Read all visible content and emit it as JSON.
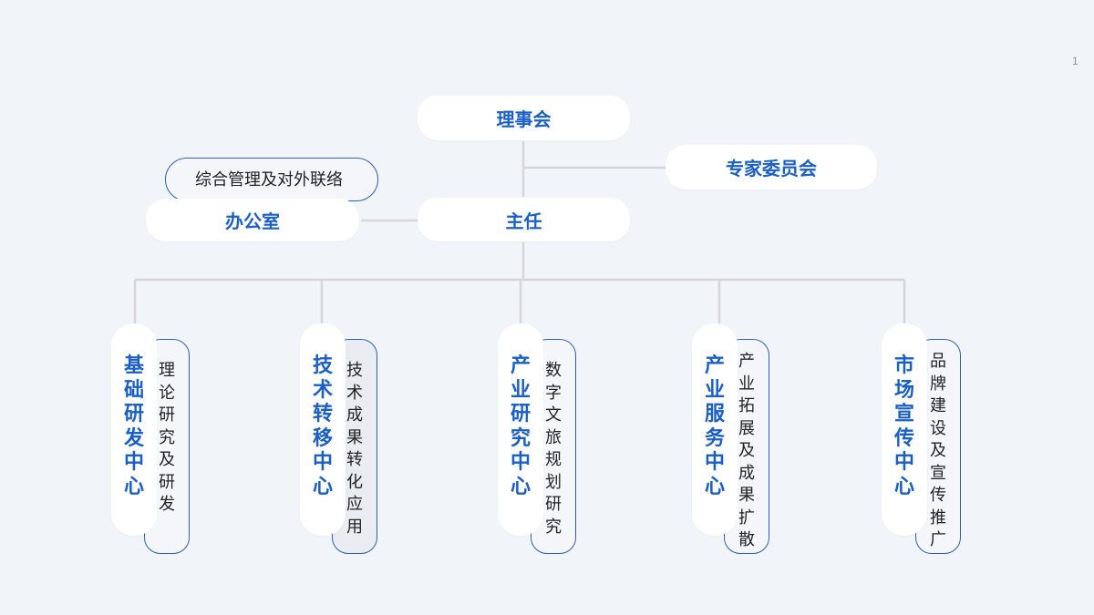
{
  "page_number": "1",
  "nodes": {
    "board": "理事会",
    "expert_committee": "专家委员会",
    "director": "主任",
    "office": "办公室",
    "office_note": "综合管理及对外联络"
  },
  "centers": [
    {
      "name": "基础研发中心",
      "note": "理论研究及研发"
    },
    {
      "name": "技术转移中心",
      "note": "技术成果转化应用"
    },
    {
      "name": "产业研究中心",
      "note": "数字文旅规划研究"
    },
    {
      "name": "产业服务中心",
      "note": "产业拓展及成果扩散"
    },
    {
      "name": "市场宣传中心",
      "note": "品牌建设及宣传推广"
    }
  ],
  "colors": {
    "background": "#f1f4f8",
    "accent_text": "#1a5fc6",
    "note_border": "#2b5fb8",
    "connector": "#d3d6db"
  }
}
